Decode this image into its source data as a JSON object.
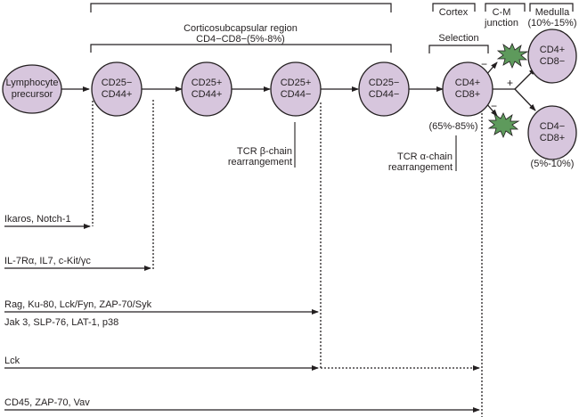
{
  "regions": {
    "corticosubcapsular": "Corticosubcapsular region",
    "double_negative": "CD4−CD8−(5%-8%)",
    "cortex": "Cortex",
    "cm_junction_line1": "C-M",
    "cm_junction_line2": "junction",
    "medulla_line1": "Medulla",
    "medulla_line2": "(10%-15%)",
    "selection": "Selection"
  },
  "nodes": [
    {
      "line1": "Lymphocyte",
      "line2": "precursor"
    },
    {
      "line1": "CD25−",
      "line2": "CD44+"
    },
    {
      "line1": "CD25+",
      "line2": "CD44+"
    },
    {
      "line1": "CD25+",
      "line2": "CD44−"
    },
    {
      "line1": "CD25−",
      "line2": "CD44−"
    },
    {
      "line1": "CD4+",
      "line2": "CD8+"
    },
    {
      "line1": "CD4+",
      "line2": "CD8−"
    },
    {
      "line1": "CD4−",
      "line2": "CD8+"
    }
  ],
  "percentages": {
    "double_positive": "(65%-85%)",
    "cd8_single": "(5%-10%)"
  },
  "signs": {
    "upper_negative": "−",
    "lower_negative": "−",
    "positive": "+"
  },
  "annotations": {
    "tcr_beta_line1": "TCR β-chain",
    "tcr_beta_line2": "rearrangement",
    "tcr_alpha_line1": "TCR α-chain",
    "tcr_alpha_line2": "rearrangement"
  },
  "factors": [
    {
      "label": "Ikaros, Notch-1"
    },
    {
      "label": "IL-7Rα, IL7, c-Kit/γc"
    },
    {
      "label": "Rag, Ku-80, Lck/Fyn, ZAP-70/Syk"
    },
    {
      "label": "Jak 3, SLP-76, LAT-1, p38"
    },
    {
      "label": "Lck"
    },
    {
      "label": "CD45, ZAP-70, Vav"
    }
  ],
  "colors": {
    "node_fill": "#d7c6dd",
    "node_stroke": "#231f20",
    "starburst_fill": "#5e9a5c",
    "line": "#231f20"
  }
}
